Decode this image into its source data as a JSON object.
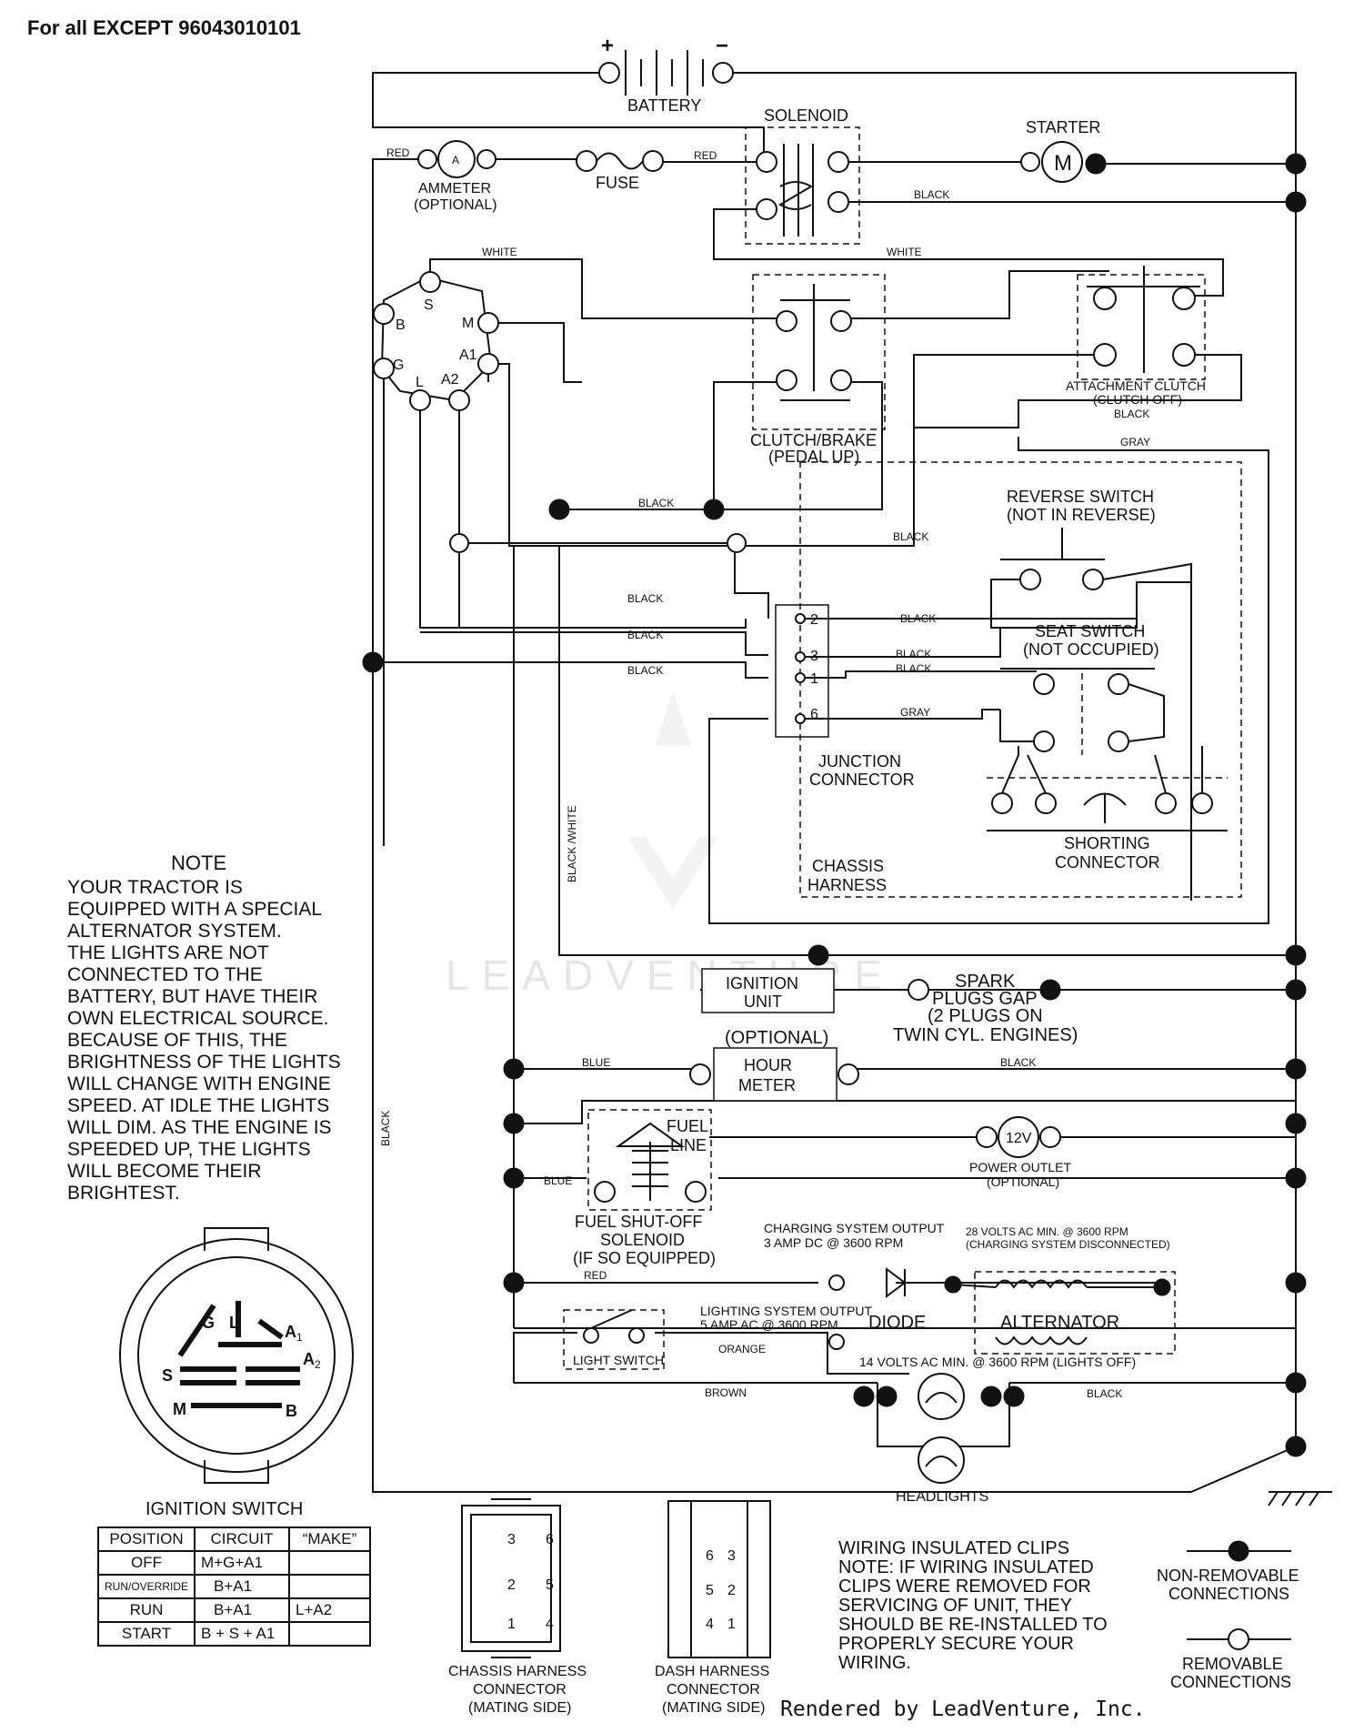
{
  "header": {
    "title": "For all EXCEPT 96043010101"
  },
  "labels": {
    "battery": "BATTERY",
    "battery_plus": "+",
    "battery_minus": "−",
    "solenoid": "SOLENOID",
    "starter": "STARTER",
    "starter_m": "M",
    "ammeter_a": "A",
    "ammeter": "AMMETER",
    "ammeter_opt": "(OPTIONAL)",
    "fuse": "FUSE",
    "red": "RED",
    "black": "BLACK",
    "white": "WHITE",
    "gray": "GRAY",
    "blue": "BLUE",
    "orange": "ORANGE",
    "brown": "BROWN",
    "black_white": "BLACK /WHITE",
    "ign_s": "S",
    "ign_b": "B",
    "ign_m": "M",
    "ign_a1": "A1",
    "ign_g": "G",
    "ign_l": "L",
    "ign_a2": "A2",
    "clutch_brake_1": "CLUTCH/BRAKE",
    "clutch_brake_2": "(PEDAL UP)",
    "attach_clutch_1": "ATTACHMENT CLUTCH",
    "attach_clutch_2": "(CLUTCH OFF)",
    "reverse_1": "REVERSE SWITCH",
    "reverse_2": "(NOT IN REVERSE)",
    "seat_1": "SEAT SWITCH",
    "seat_2": "(NOT OCCUPIED)",
    "junction_1": "JUNCTION",
    "junction_2": "CONNECTOR",
    "jc_2": "2",
    "jc_3": "3",
    "jc_1": "1",
    "jc_6": "6",
    "shorting_1": "SHORTING",
    "shorting_2": "CONNECTOR",
    "chassis_1": "CHASSIS",
    "chassis_2": "HARNESS",
    "ignition_unit_1": "IGNITION",
    "ignition_unit_2": "UNIT",
    "spark_1": "SPARK",
    "spark_2": "PLUGS GAP",
    "spark_3": "(2 PLUGS ON",
    "spark_4": "TWIN CYL. ENGINES)",
    "optional": "(OPTIONAL)",
    "hour_1": "HOUR",
    "hour_2": "METER",
    "fuel_1": "FUEL",
    "fuel_2": "LINE",
    "power_12v": "12V",
    "power_1": "POWER OUTLET",
    "power_2": "(OPTIONAL)",
    "fso_1": "FUEL SHUT-OFF",
    "fso_2": "SOLENOID",
    "fso_3": "(IF SO EQUIPPED)",
    "charge_out_1": "CHARGING SYSTEM OUTPUT",
    "charge_out_2": "3 AMP DC @ 3600 RPM",
    "ac28_1": "28 VOLTS AC MIN. @ 3600 RPM",
    "ac28_2": "(CHARGING SYSTEM DISCONNECTED)",
    "light_out_1": "LIGHTING SYSTEM OUTPUT",
    "light_out_2": "5 AMP AC @ 3600 RPM",
    "diode": "DIODE",
    "alternator": "ALTERNATOR",
    "light_switch": "LIGHT SWITCH",
    "ac14": "14 VOLTS AC MIN. @ 3600 RPM (LIGHTS OFF)",
    "headlights": "HEADLIGHTS",
    "ign_switch": "IGNITION SWITCH",
    "sw_g": "G",
    "sw_l": "L",
    "sw_a1": "A",
    "sw_a1s": "1",
    "sw_s": "S",
    "sw_a2": "A",
    "sw_a2s": "2",
    "sw_m": "M",
    "sw_b": "B",
    "ch_conn_1": "CHASSIS HARNESS",
    "ch_conn_2": "CONNECTOR",
    "ch_conn_3": "(MATING SIDE)",
    "dh_conn_1": "DASH HARNESS",
    "dh_conn_2": "CONNECTOR",
    "dh_conn_3": "(MATING SIDE)",
    "cd3": "3",
    "cd6": "6",
    "cd2": "2",
    "cd5": "5",
    "cd1": "1",
    "cd4": "4",
    "dd6": "6",
    "dd3": "3",
    "dd5": "5",
    "dd2": "2",
    "dd4": "4",
    "dd1": "1",
    "nonremovable_1": "NON-REMOVABLE",
    "nonremovable_2": "CONNECTIONS",
    "removable_1": "REMOVABLE",
    "removable_2": "CONNECTIONS"
  },
  "note": {
    "title": "NOTE",
    "lines": [
      "YOUR TRACTOR IS",
      "EQUIPPED WITH A SPECIAL",
      "ALTERNATOR SYSTEM.",
      "THE LIGHTS ARE NOT",
      "CONNECTED TO THE",
      "BATTERY, BUT HAVE THEIR",
      "OWN ELECTRICAL SOURCE.",
      "BECAUSE OF THIS, THE",
      "BRIGHTNESS OF THE LIGHTS",
      "WILL CHANGE WITH ENGINE",
      "SPEED.  AT IDLE THE LIGHTS",
      "WILL DIM.  AS THE ENGINE IS",
      "SPEEDED UP, THE LIGHTS",
      "WILL BECOME THEIR",
      "BRIGHTEST."
    ]
  },
  "clips": {
    "lines": [
      "WIRING INSULATED CLIPS",
      "NOTE: IF WIRING INSULATED",
      "CLIPS WERE REMOVED FOR",
      "SERVICING OF UNIT, THEY",
      "SHOULD BE RE-INSTALLED TO",
      "PROPERLY SECURE YOUR",
      "WIRING."
    ]
  },
  "ignition_table": {
    "headers": [
      "POSITION",
      "CIRCUIT",
      "“MAKE”"
    ],
    "rows": [
      [
        "OFF",
        "M+G+A1",
        ""
      ],
      [
        "RUN/OVERRIDE",
        "B+A1",
        ""
      ],
      [
        "RUN",
        "B+A1",
        "L+A2"
      ],
      [
        "START",
        "B + S + A1",
        ""
      ]
    ]
  },
  "footer": {
    "rendered": "Rendered by LeadVenture, Inc."
  },
  "watermark": {
    "text": "LEADVENTURE"
  },
  "colors": {
    "ink": "#111111",
    "watermark": "#e6e6e6"
  }
}
